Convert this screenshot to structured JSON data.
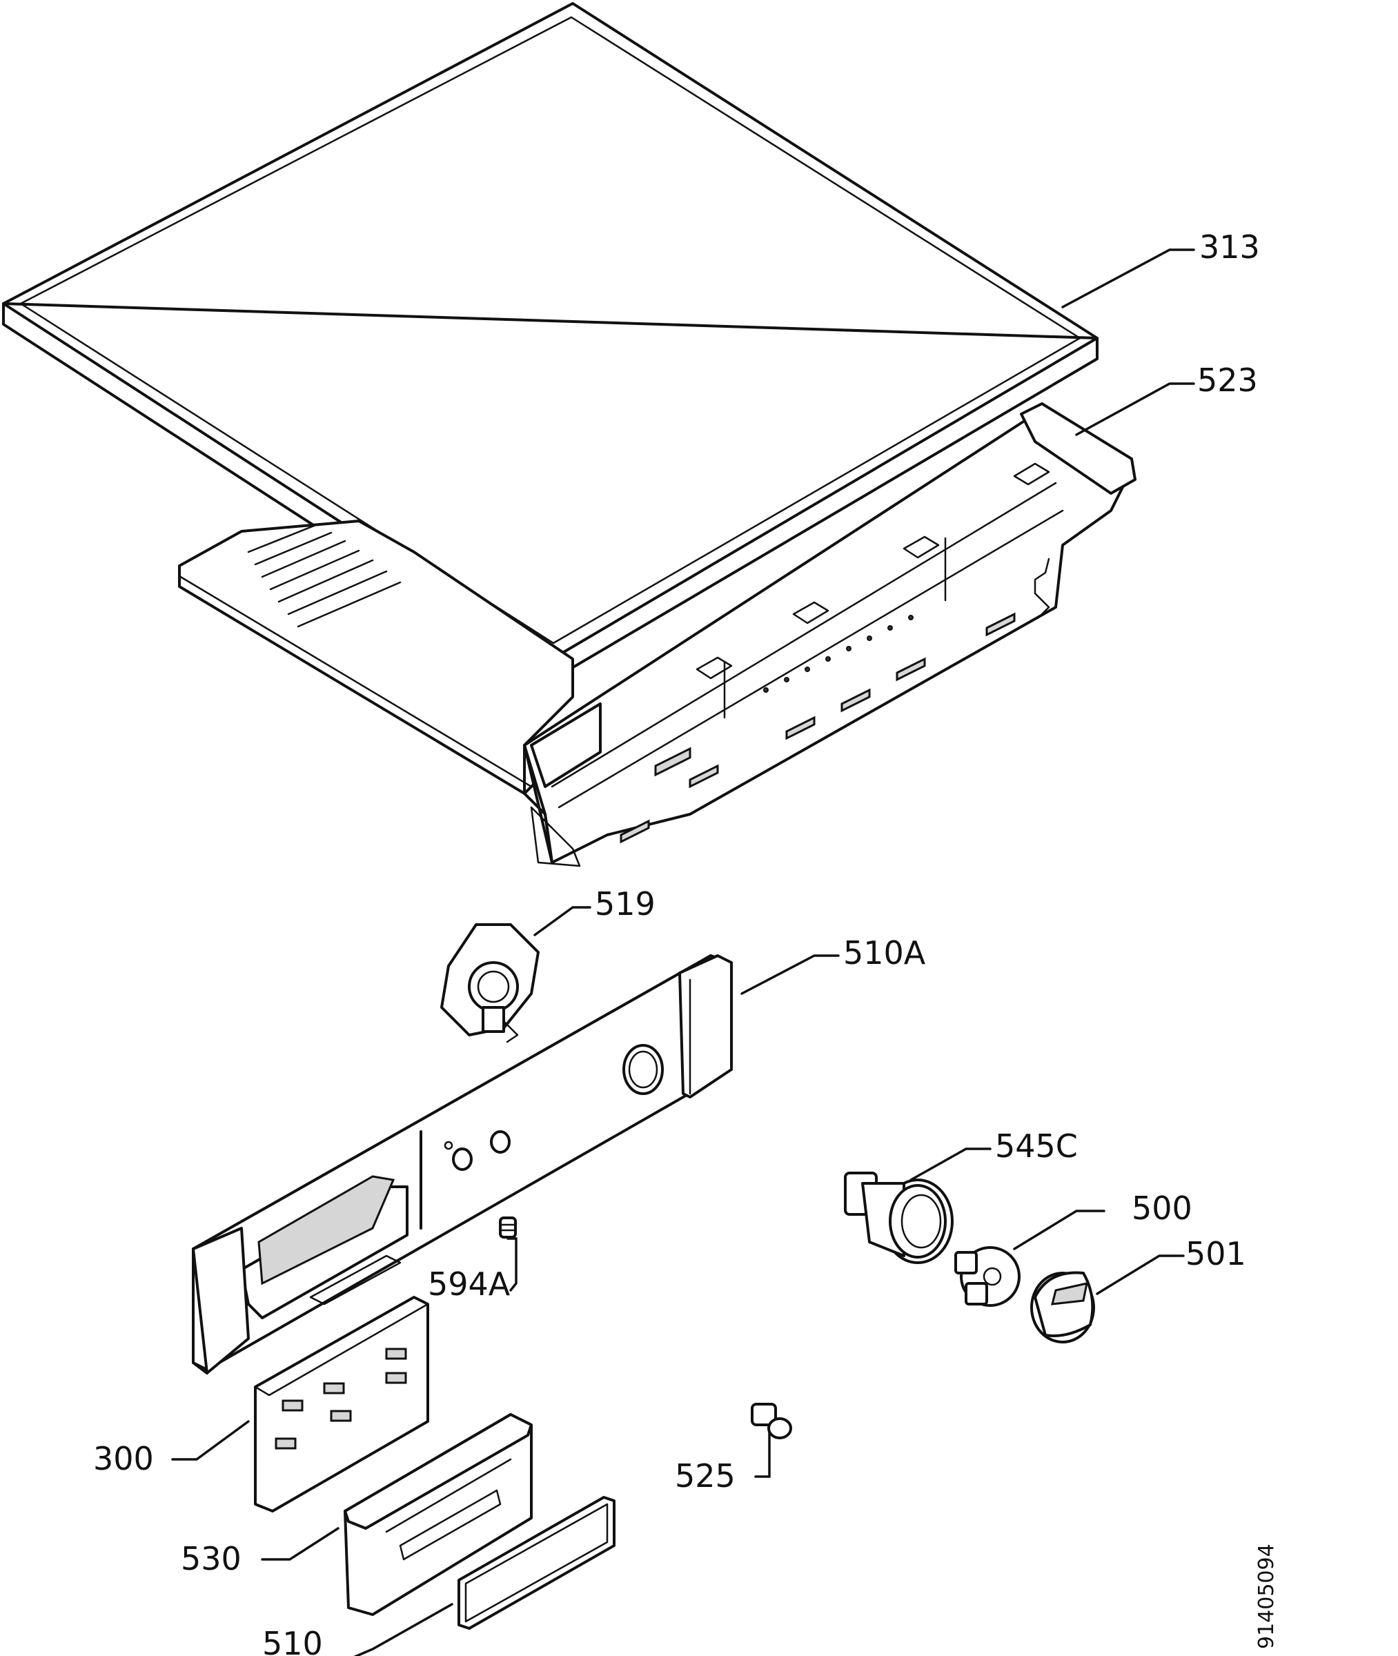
{
  "document_number": "91405094",
  "callouts": [
    {
      "id": "c313",
      "text": "313"
    },
    {
      "id": "c523",
      "text": "523"
    },
    {
      "id": "c519",
      "text": "519"
    },
    {
      "id": "c510A",
      "text": "510A"
    },
    {
      "id": "c545C",
      "text": "545C"
    },
    {
      "id": "c500",
      "text": "500"
    },
    {
      "id": "c501",
      "text": "501"
    },
    {
      "id": "c594A",
      "text": "594A"
    },
    {
      "id": "c300",
      "text": "300"
    },
    {
      "id": "c525",
      "text": "525"
    },
    {
      "id": "c530",
      "text": "530"
    },
    {
      "id": "c510",
      "text": "510"
    }
  ]
}
